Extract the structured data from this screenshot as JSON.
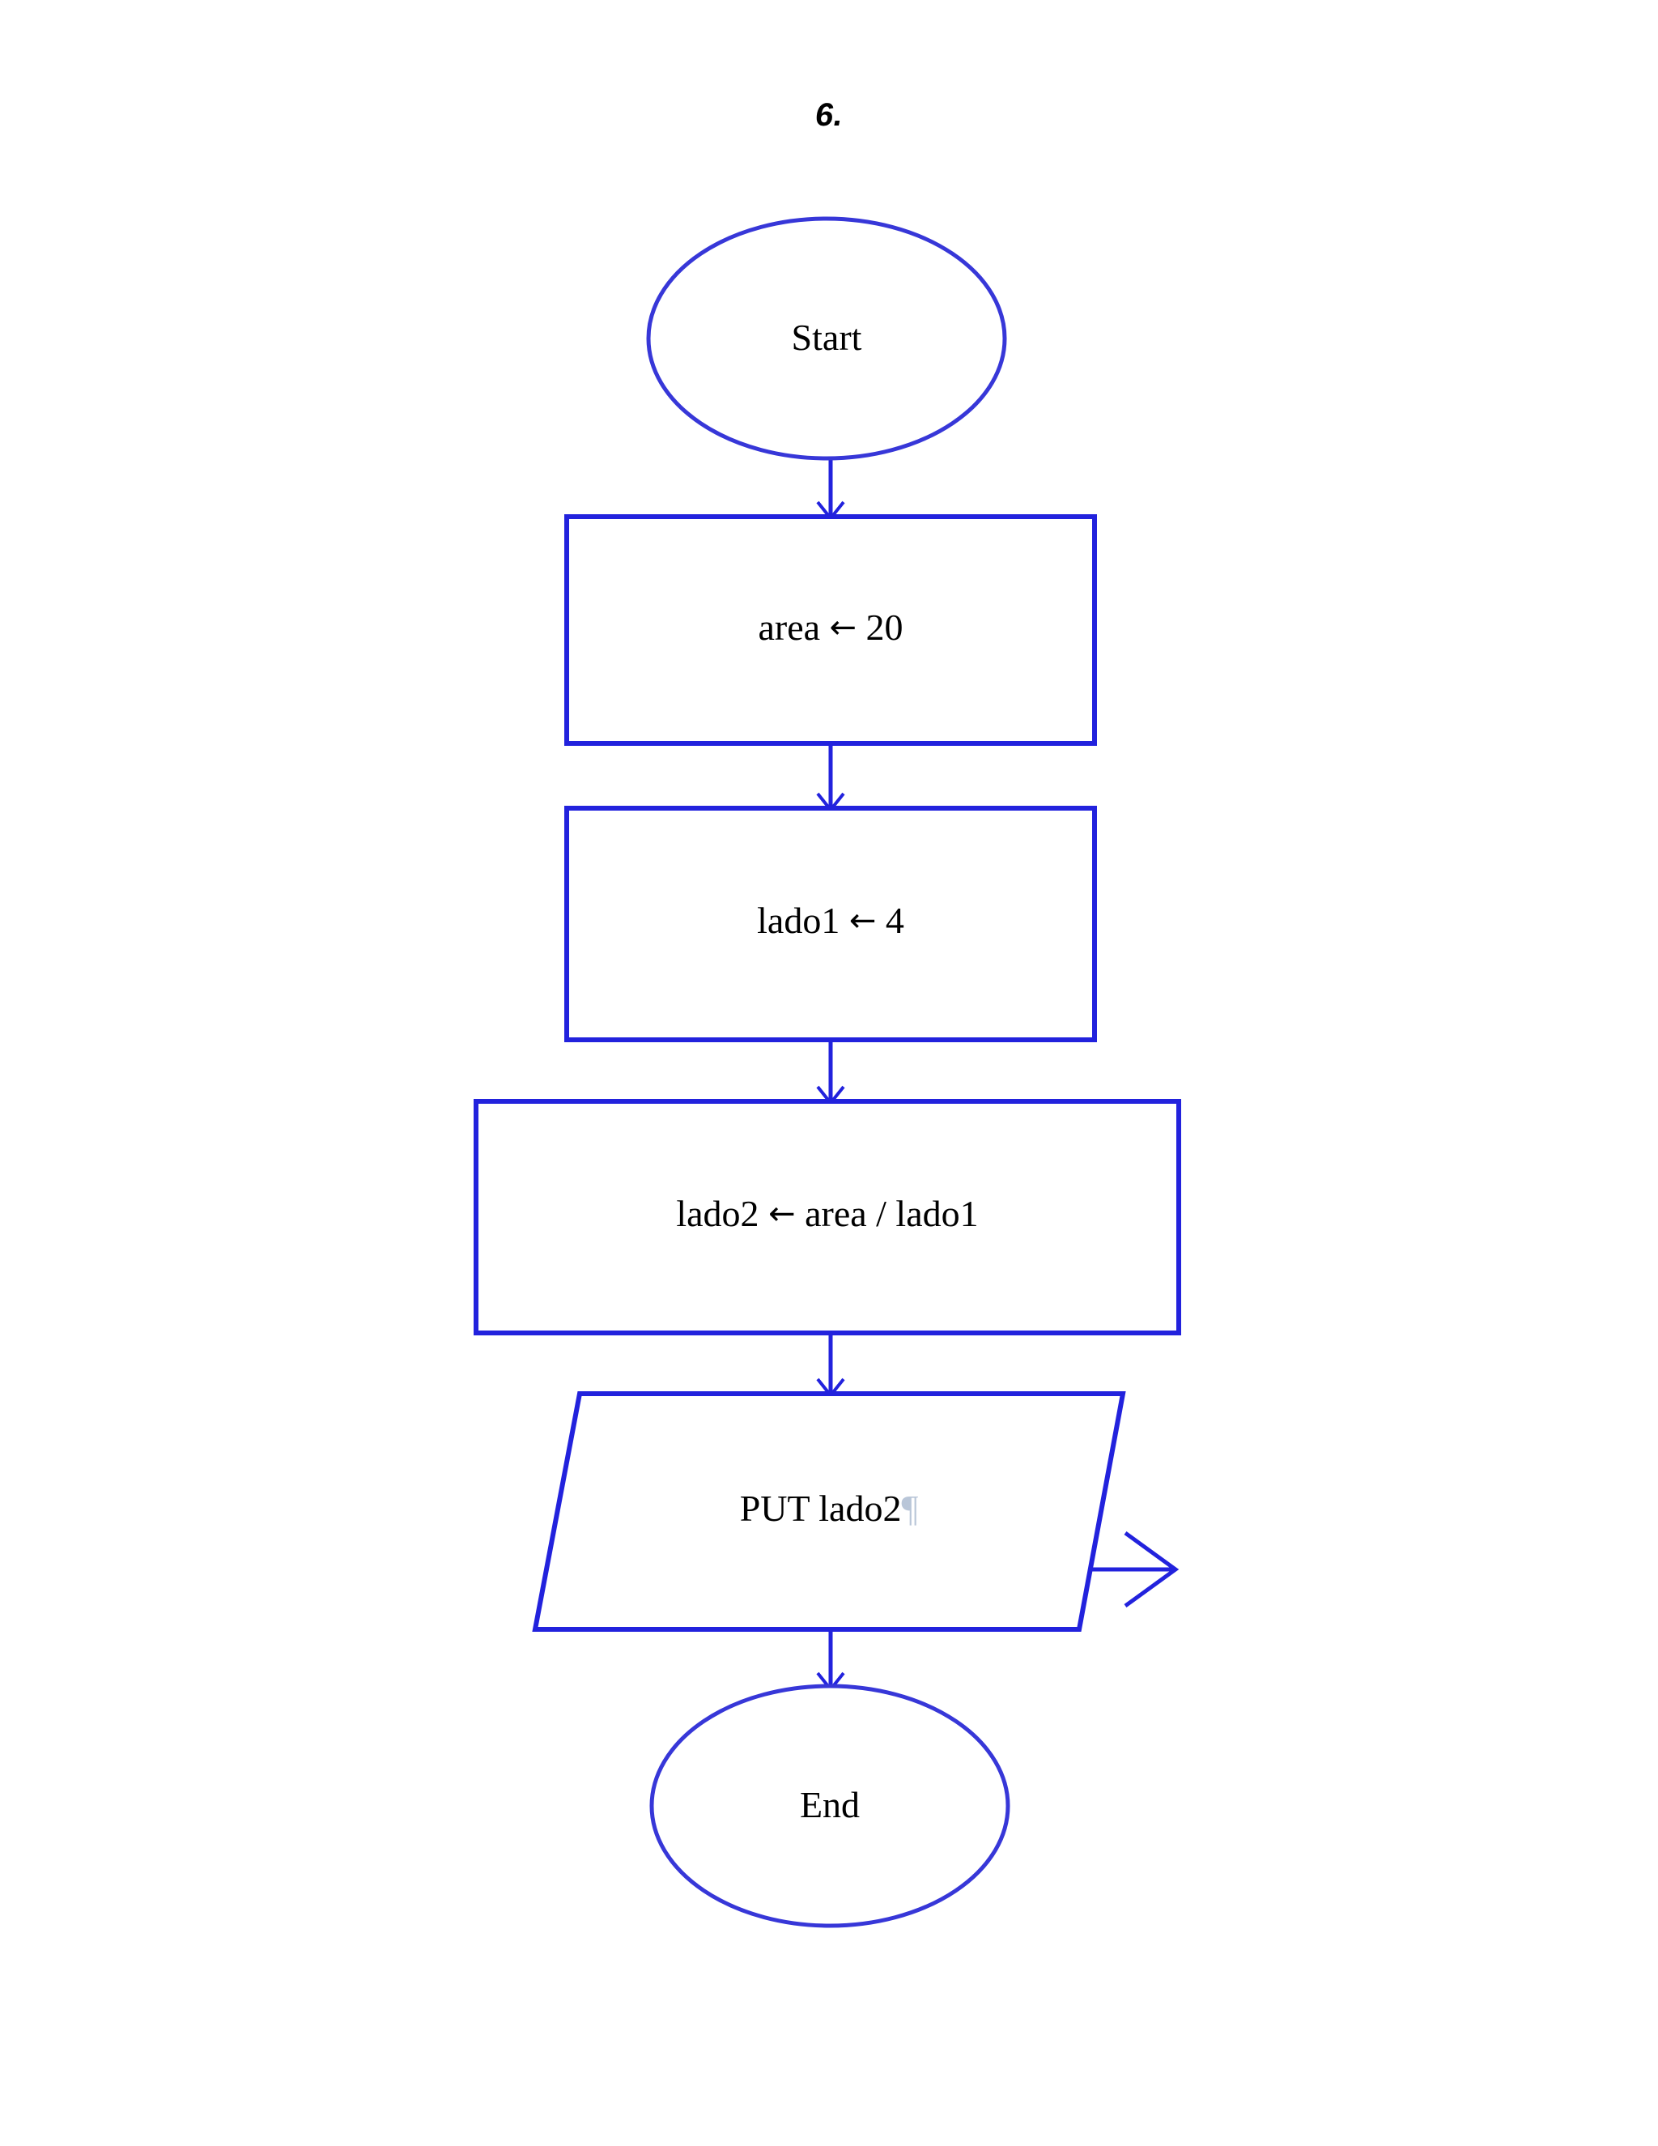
{
  "page": {
    "exercise_number": "6.",
    "background_color": "#ffffff",
    "shape_stroke_color": "#2222dd",
    "connector_color": "#2222dd",
    "text_color": "#000000",
    "pilcrow_color": "#b9c6d8"
  },
  "diagram": {
    "type": "flowchart",
    "title": "6.",
    "orientation": "top-to-bottom",
    "nodes": [
      {
        "id": "start",
        "shape": "oval",
        "role": "terminator",
        "label": "Start"
      },
      {
        "id": "assign-area",
        "shape": "rectangle",
        "role": "process",
        "label": "area ← 20",
        "variable": "area",
        "operator": "←",
        "value": "20"
      },
      {
        "id": "assign-lado1",
        "shape": "rectangle",
        "role": "process",
        "label": "lado1 ← 4",
        "variable": "lado1",
        "operator": "←",
        "value": "4"
      },
      {
        "id": "assign-lado2",
        "shape": "rectangle",
        "role": "process",
        "label": "lado2 ← area / lado1",
        "variable": "lado2",
        "operator": "←",
        "value": "area / lado1"
      },
      {
        "id": "output-lado2",
        "shape": "parallelogram",
        "role": "output",
        "label": "PUT lado2",
        "keyword": "PUT",
        "operand": "lado2",
        "trailing_mark": "¶"
      },
      {
        "id": "end",
        "shape": "oval",
        "role": "terminator",
        "label": "End"
      }
    ],
    "edges": [
      {
        "from": "start",
        "to": "assign-area",
        "arrow": "down"
      },
      {
        "from": "assign-area",
        "to": "assign-lado1",
        "arrow": "down"
      },
      {
        "from": "assign-lado1",
        "to": "assign-lado2",
        "arrow": "down"
      },
      {
        "from": "assign-lado2",
        "to": "output-lado2",
        "arrow": "down"
      },
      {
        "from": "output-lado2",
        "to": "end",
        "arrow": "down"
      },
      {
        "from": "output-lado2",
        "to": null,
        "arrow": "right",
        "note": "output connector stub pointing right"
      }
    ]
  }
}
